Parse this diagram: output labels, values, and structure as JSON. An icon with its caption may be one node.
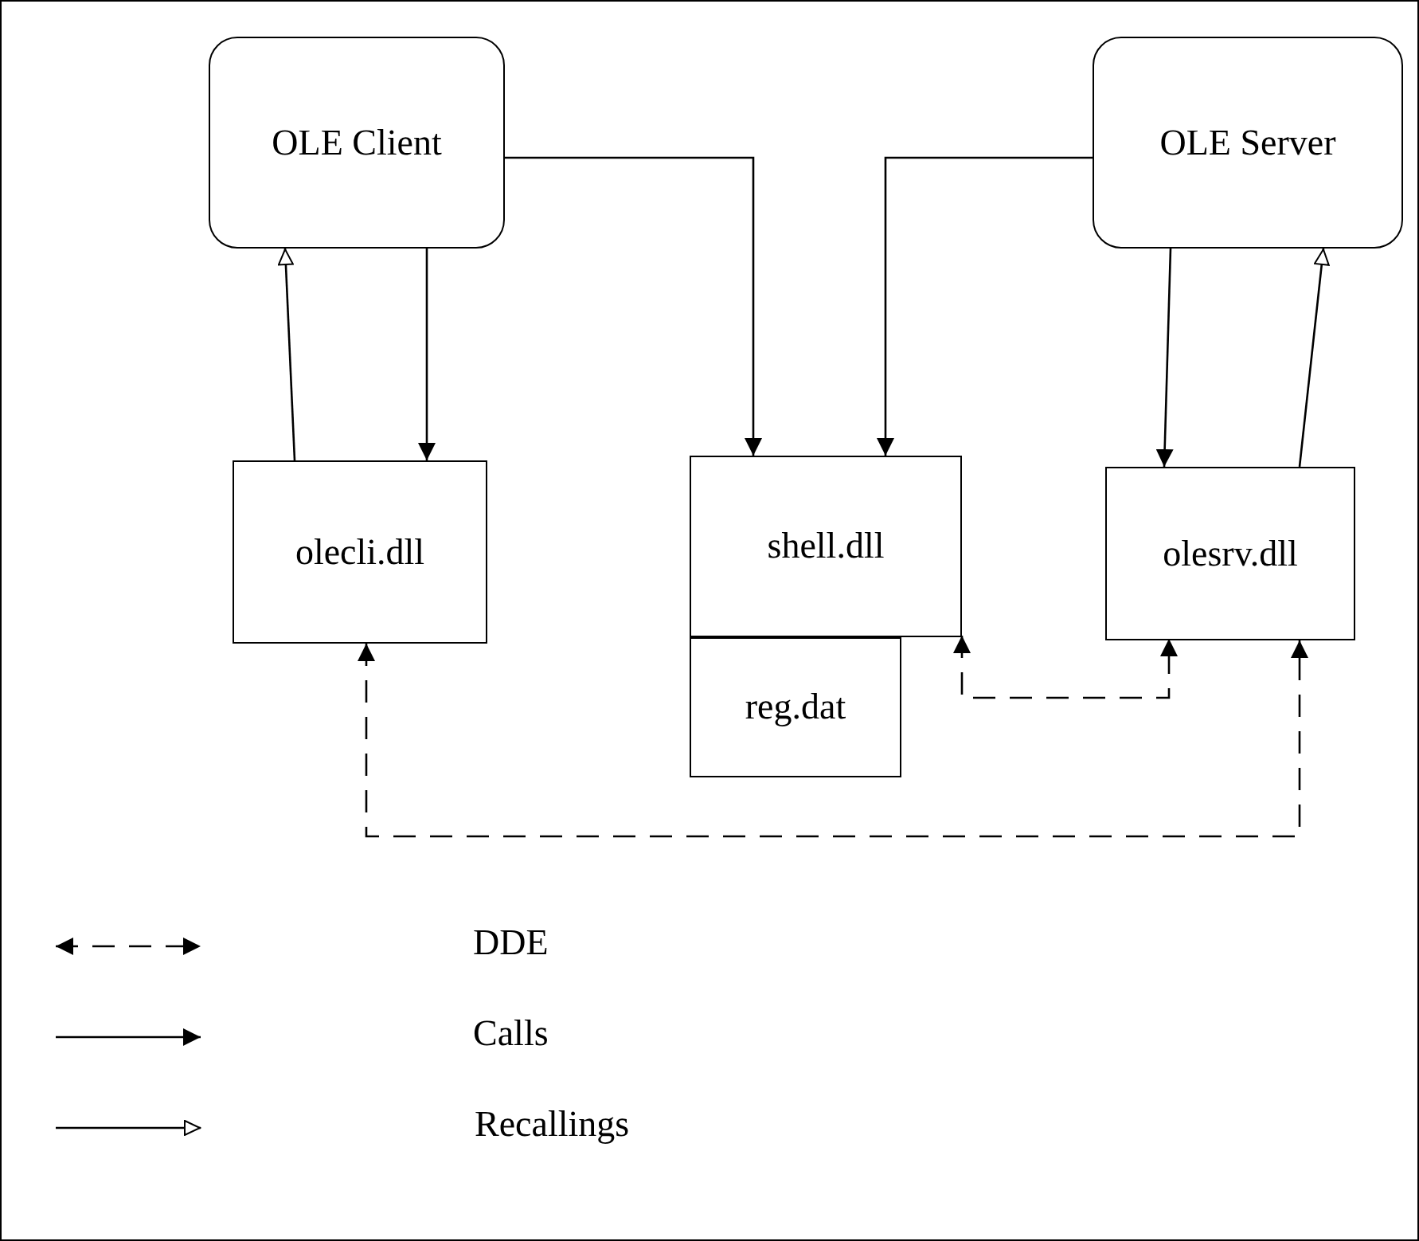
{
  "diagram": {
    "nodes": [
      {
        "text": [
          "OLE Client"
        ]
      },
      {
        "text": [
          "OLE Server"
        ]
      },
      {
        "text": [
          "olecli.dll"
        ]
      },
      {
        "text": [
          "shell.dll"
        ]
      },
      {
        "text": [
          "olesrv.dll"
        ]
      },
      {
        "text": [
          "reg.dat"
        ]
      }
    ],
    "edges": [
      {
        "from": 0,
        "to": 3,
        "arrow": "to"
      },
      {
        "from": 1,
        "to": 3,
        "arrow": "to"
      },
      {
        "from": 2,
        "to": 0,
        "arrow": "to"
      },
      {
        "from": 0,
        "to": 2,
        "arrow": "to"
      },
      {
        "from": 1,
        "to": 4,
        "arrow": "to"
      },
      {
        "from": 4,
        "to": 1,
        "arrow": "to"
      },
      {
        "from": 3,
        "to": 4,
        "arrow": "both",
        "style": "dashed"
      },
      {
        "from": 2,
        "to": 4,
        "arrow": "both",
        "style": "dashed"
      }
    ],
    "legend": [
      {
        "text": "DDE"
      },
      {
        "text": "Calls"
      },
      {
        "text": "Recallings"
      }
    ]
  }
}
